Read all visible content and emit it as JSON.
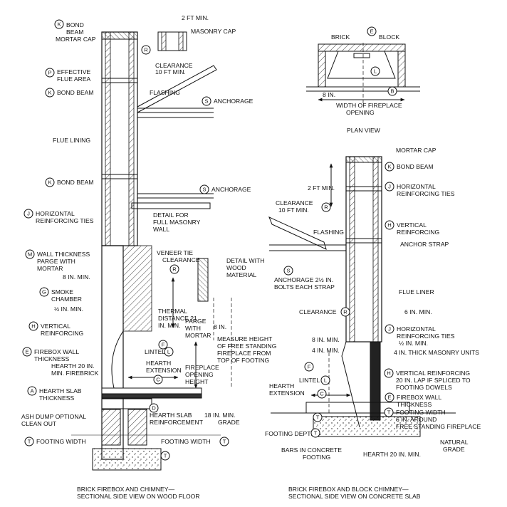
{
  "left_figure": {
    "caption_line1": "BRICK FIREBOX AND CHIMNEY—",
    "caption_line2": "SECTIONAL SIDE VIEW ON WOOD FLOOR",
    "labels": {
      "bond_beam_mortar_cap_1": "BOND",
      "bond_beam_mortar_cap_2": "BEAM",
      "bond_beam_mortar_cap_3": "MORTAR CAP",
      "two_ft_min": "2 FT MIN.",
      "masonry_cap": "MASONRY CAP",
      "clearance_10ft_1": "CLEARANCE",
      "clearance_10ft_2": "10 FT MIN.",
      "effective_flue_1": "EFFECTIVE",
      "effective_flue_2": "FLUE AREA",
      "bond_beam_a": "BOND BEAM",
      "flashing": "FLASHING",
      "anchorage_a": "ANCHORAGE",
      "flue_lining": "FLUE LINING",
      "bond_beam_b": "BOND BEAM",
      "anchorage_b": "ANCHORAGE",
      "horiz_ties_1": "HORIZONTAL",
      "horiz_ties_2": "REINFORCING TIES",
      "detail_full_1": "DETAIL FOR",
      "detail_full_2": "FULL MASONRY",
      "detail_full_3": "WALL",
      "wall_thick_1": "WALL THICKNESS",
      "wall_thick_2": "PARGE WITH",
      "wall_thick_3": "MORTAR",
      "veneer_tie_1": "VENEER TIE",
      "veneer_tie_2": "CLEARANCE",
      "detail_wood_1": "DETAIL WITH",
      "detail_wood_2": "WOOD",
      "detail_wood_3": "MATERIAL",
      "eight_in_min": "8 IN. MIN.",
      "smoke_1": "SMOKE",
      "smoke_2": "CHAMBER",
      "half_in_min": "½ IN. MIN.",
      "thermal_1": "THERMAL",
      "thermal_2": "DISTANCE 21",
      "thermal_3": "IN. MIN.",
      "vert_reinf_1": "VERTICAL",
      "vert_reinf_2": "REINFORCING",
      "parge_1": "PARGE",
      "parge_2": "WITH",
      "parge_3": "MORTAR",
      "eight_in": "8 IN.",
      "firebox_wall_1": "FIREBOX WALL",
      "firebox_wall_2": "THICKNESS",
      "lintel": "LINTEL",
      "measure_1": "MEASURE HEIGHT",
      "measure_2": "OF FREE STANDING",
      "measure_3": "FIREPLACE FROM",
      "measure_4": "TOP OF FOOTING",
      "hearth20_1": "HEARTH 20 IN.",
      "hearth20_2": "MIN. FIREBRICK",
      "hearth_ext_1": "HEARTH",
      "hearth_ext_2": "EXTENSION",
      "fp_open_1": "FIREPLACE",
      "fp_open_2": "OPENING",
      "fp_open_3": "HEIGHT",
      "hearth_slab_1": "HEARTH SLAB",
      "hearth_slab_2": "THICKNESS",
      "ash_dump_1": "ASH DUMP OPTIONAL",
      "ash_dump_2": "CLEAN OUT",
      "slab_reinf_1": "HEARTH SLAB",
      "slab_reinf_2": "REINFORCEMENT",
      "grade_1": "18 IN. MIN.",
      "grade_2": "GRADE",
      "footing_width_a": "FOOTING WIDTH",
      "footing_width_b": "FOOTING WIDTH"
    }
  },
  "plan_view": {
    "caption": "PLAN VIEW",
    "labels": {
      "brick": "BRICK",
      "block": "BLOCK",
      "eight_in": "8 IN.",
      "width_1": "WIDTH OF FIREPLACE",
      "width_2": "OPENING"
    }
  },
  "right_figure": {
    "caption_line1": "BRICK FIREBOX AND BLOCK CHIMNEY—",
    "caption_line2": "SECTIONAL SIDE VIEW ON CONCRETE SLAB",
    "labels": {
      "mortar_cap": "MORTAR CAP",
      "bond_beam": "BOND BEAM",
      "two_ft_min": "2 FT MIN.",
      "horiz_ties_1": "HORIZONTAL",
      "horiz_ties_2": "REINFORCING TIES",
      "clearance_1": "CLEARANCE",
      "clearance_2": "10 FT MIN.",
      "vert_reinf_1": "VERTICAL",
      "vert_reinf_2": "REINFORCING",
      "flashing": "FLASHING",
      "anchor_strap": "ANCHOR STRAP",
      "anchorage_1": "ANCHORAGE 2½ IN.",
      "anchorage_2": "BOLTS EACH STRAP",
      "flue_liner": "FLUE LINER",
      "clearance_b": "CLEARANCE",
      "six_in_min": "6 IN. MIN.",
      "horiz_ties_b1": "HORIZONTAL",
      "horiz_ties_b2": "REINFORCING TIES",
      "eight_in_min": "8 IN. MIN.",
      "half_in_min": "½ IN. MIN.",
      "four_in_min": "4 IN. MIN.",
      "four_in_thick": "4 IN. THICK MASONRY UNITS",
      "lintel": "LINTEL",
      "vert_reinf_b1": "VERTICAL REINFORCING",
      "vert_reinf_b2": "20 IN. LAP IF SPLICED TO",
      "vert_reinf_b3": "FOOTING DOWELS",
      "hearth_ext_1": "HEARTH",
      "hearth_ext_2": "EXTENSION",
      "firebox_wall_1": "FIREBOX WALL",
      "firebox_wall_2": "THICKNESS",
      "footing_width_1": "FOOTING WIDTH",
      "footing_width_2": "6 IN. AROUND",
      "footing_width_3": "FREE STANDING FIREPLACE",
      "footing_depth": "FOOTING DEPTH",
      "natural_1": "NATURAL",
      "natural_2": "GRADE",
      "bars_1": "BARS IN CONCRETE",
      "bars_2": "FOOTING",
      "hearth20": "HEARTH 20 IN. MIN."
    }
  },
  "badges": {
    "A": "A",
    "B": "B",
    "C": "C",
    "D": "D",
    "E": "E",
    "F": "F",
    "G": "G",
    "H": "H",
    "J": "J",
    "K": "K",
    "L": "L",
    "M": "M",
    "P": "P",
    "R": "R",
    "S": "S",
    "T": "T"
  }
}
